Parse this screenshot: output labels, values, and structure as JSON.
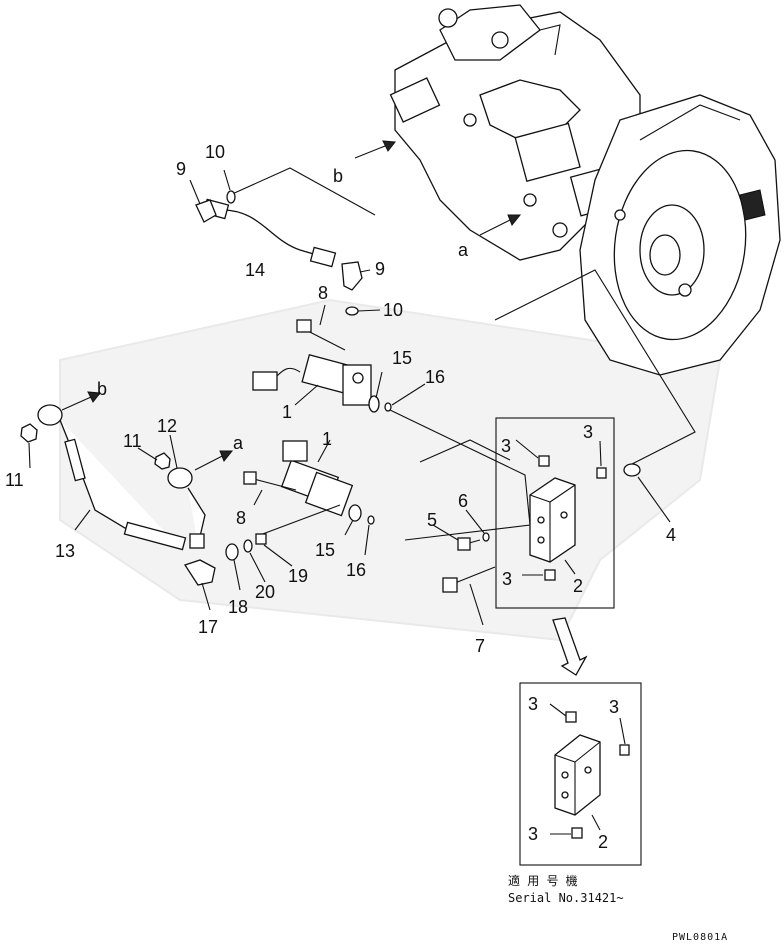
{
  "callouts": {
    "n1a": "1",
    "n1b": "1",
    "n2a": "2",
    "n2b": "2",
    "n3a": "3",
    "n3b": "3",
    "n3c": "3",
    "n3d": "3",
    "n3e": "3",
    "n3f": "3",
    "n4": "4",
    "n5": "5",
    "n6": "6",
    "n7": "7",
    "n8a": "8",
    "n8b": "8",
    "n9a": "9",
    "n9b": "9",
    "n10a": "10",
    "n10b": "10",
    "n11a": "11",
    "n11b": "11",
    "n12": "12",
    "n13": "13",
    "n14": "14",
    "n15a": "15",
    "n15b": "15",
    "n16a": "16",
    "n16b": "16",
    "n17": "17",
    "n18": "18",
    "n19": "19",
    "n20": "20"
  },
  "connections": {
    "a1": "a",
    "a2": "a",
    "b1": "b",
    "b2": "b"
  },
  "applicability": {
    "label_jp": "適 用 号 機",
    "serial": "Serial No.31421~"
  },
  "drawing_code": "PWL0801A"
}
